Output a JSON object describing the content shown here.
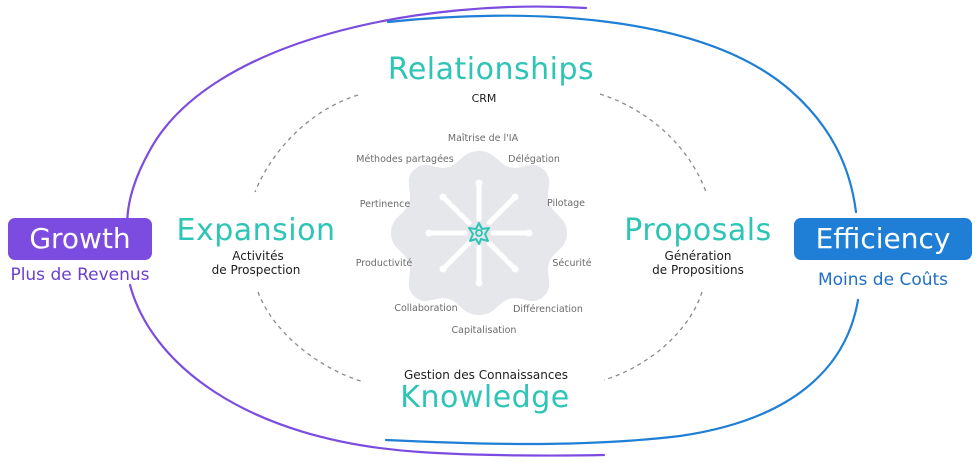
{
  "left": {
    "title": "Growth",
    "subtitle": "Plus de Revenus",
    "color": "#7c4ce0"
  },
  "right": {
    "title": "Efficiency",
    "subtitle": "Moins de Coûts",
    "color": "#1f7ed6"
  },
  "accent": "#2ec4b6",
  "quadrants": {
    "top": {
      "title": "Relationships",
      "subtitle": "CRM"
    },
    "left": {
      "title": "Expansion",
      "subtitle_1": "Activités",
      "subtitle_2": "de Prospection"
    },
    "right": {
      "title": "Proposals",
      "subtitle_1": "Génération",
      "subtitle_2": "de Propositions"
    },
    "bottom": {
      "title": "Knowledge",
      "subtitle": "Gestion des Connaissances"
    }
  },
  "center_icon": "gear-icon",
  "attributes": [
    "Maîtrise de l'IA",
    "Délégation",
    "Pilotage",
    "Sécurité",
    "Différenciation",
    "Capitalisation",
    "Collaboration",
    "Productivité",
    "Pertinence",
    "Méthodes partagées"
  ]
}
